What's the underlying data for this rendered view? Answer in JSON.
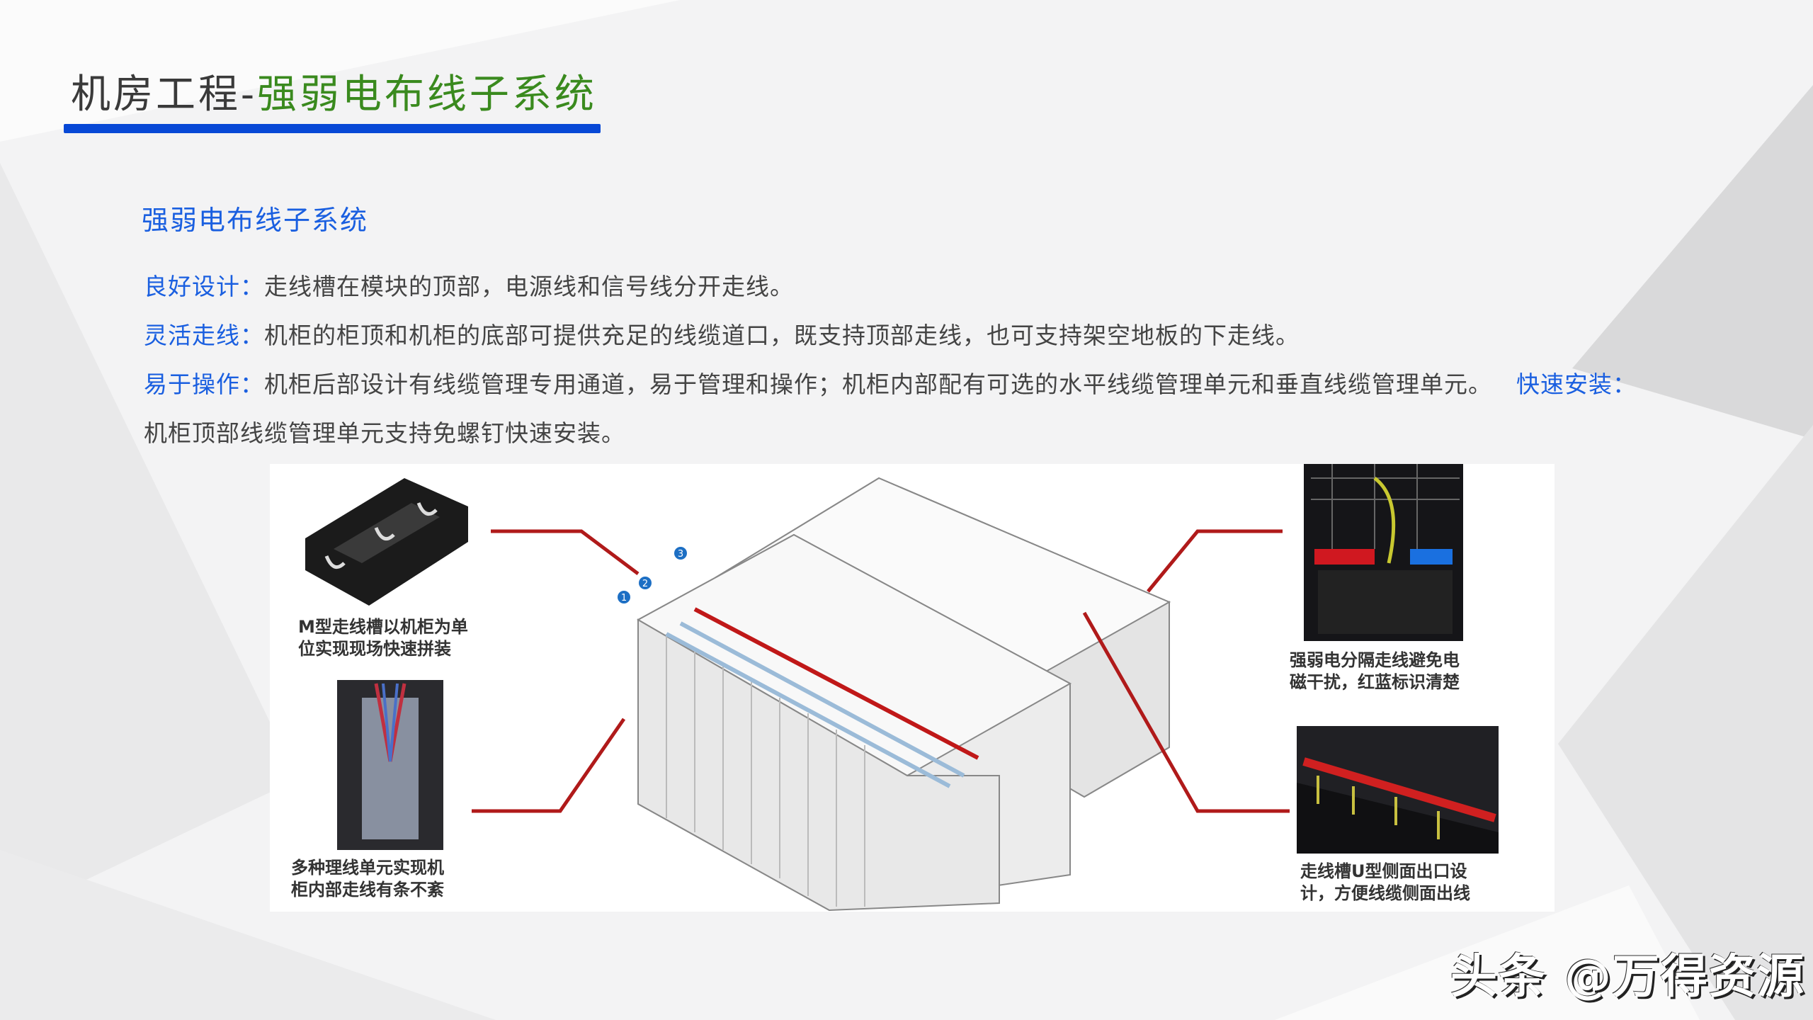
{
  "header": {
    "title_prefix": "机房工程-",
    "title_highlight": "强弱电布线子系统"
  },
  "section": {
    "heading": "强弱电布线子系统",
    "items": [
      {
        "label": "良好设计：",
        "text": "走线槽在模块的顶部，电源线和信号线分开走线。"
      },
      {
        "label": "灵活走线：",
        "text": "机柜的柜顶和机柜的底部可提供充足的线缆道口，既支持顶部走线，也可支持架空地板的下走线。"
      },
      {
        "label": "易于操作：",
        "text": "机柜后部设计有线缆管理专用通道，易于管理和操作；机柜内部配有可选的水平线缆管理单元和垂直线缆管理单元。"
      },
      {
        "label": "快速安装：",
        "text": "机柜顶部线缆管理单元支持免螺钉快速安装。"
      }
    ]
  },
  "figure": {
    "callouts": [
      "1",
      "2",
      "3"
    ],
    "captions": {
      "top_left": [
        "M型走线槽以机柜为单",
        "位实现现场快速拼装"
      ],
      "bottom_left": [
        "多种理线单元实现机",
        "柜内部走线有条不紊"
      ],
      "top_right": [
        "强弱电分隔走线避免电",
        "磁干扰，红蓝标识清楚"
      ],
      "bottom_right": [
        "走线槽U型侧面出口设",
        "计，方便线缆侧面出线"
      ]
    },
    "colors": {
      "leader_line": "#b01a1a",
      "callout": "#1d6fc4"
    }
  },
  "watermark": "头条 @万得资源",
  "colors": {
    "title_green": "#3a8a1e",
    "accent_blue": "#1a5fe0",
    "bar_blue": "#0748d6"
  }
}
